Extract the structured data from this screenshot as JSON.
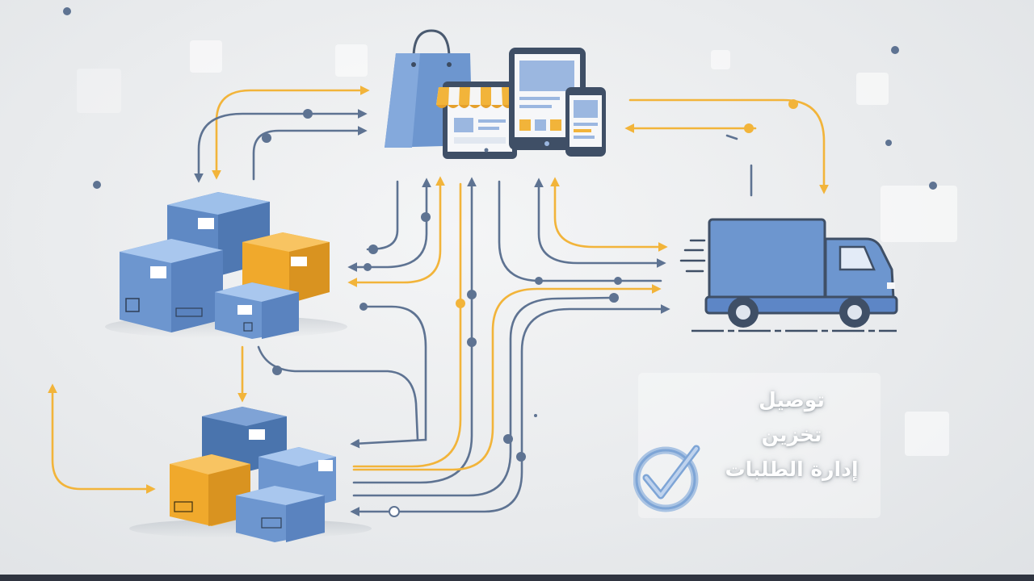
{
  "services": {
    "items": [
      {
        "label": "توصيل"
      },
      {
        "label": "تخزين"
      },
      {
        "label": "إدارة الطلبات"
      }
    ]
  },
  "colors": {
    "flow_yellow": "#f2b43a",
    "flow_blue": "#5e7392",
    "box_blue": "#6d96cf",
    "box_orange": "#f0a92c",
    "truck_blue": "#5d86c6"
  },
  "icons": [
    "shopping-bag-icon",
    "online-store-icon",
    "tablet-icon",
    "phone-icon",
    "warehouse-boxes-icon",
    "delivery-truck-icon",
    "checkmark-icon"
  ]
}
